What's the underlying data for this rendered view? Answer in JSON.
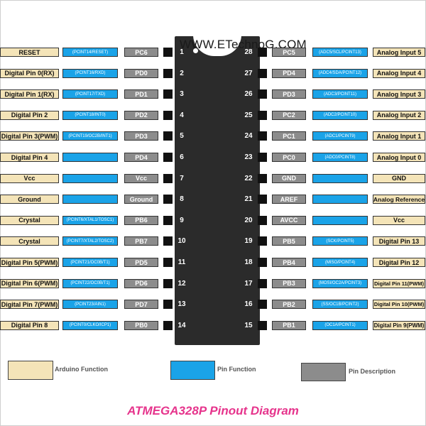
{
  "watermark": "WWW.ETechnoG.COM",
  "title": "ATMEGA328P Pinout Diagram",
  "colors": {
    "arduino": "#f4e4b8",
    "function": "#1aa3e8",
    "port": "#8c8c8c",
    "chip": "#2b2b2b",
    "title": "#e6348c"
  },
  "legend": [
    {
      "label": "Arduino Function",
      "type": "arduino"
    },
    {
      "label": "Pin Function",
      "type": "function"
    },
    {
      "label": "Pin Description",
      "type": "port"
    }
  ],
  "left_pins": [
    {
      "num": "1",
      "arduino": "RESET",
      "function": "(PCINT14/RESET)",
      "port": "PC6"
    },
    {
      "num": "2",
      "arduino": "Digital Pin 0(RX)",
      "function": "(PCINT16/RXD)",
      "port": "PD0"
    },
    {
      "num": "3",
      "arduino": "Digital Pin 1(RX)",
      "function": "(PCINT17/TXD)",
      "port": "PD1"
    },
    {
      "num": "4",
      "arduino": "Digital Pin 2",
      "function": "(PCINT18/INT0)",
      "port": "PD2"
    },
    {
      "num": "5",
      "arduino": "Digital Pin 3(PWM)",
      "function": "(PCINT19/OC2B/INT1)",
      "port": "PD3"
    },
    {
      "num": "6",
      "arduino": "Digital Pin 4",
      "function": "",
      "port": "PD4"
    },
    {
      "num": "7",
      "arduino": "Vcc",
      "function": "",
      "port": "Vcc"
    },
    {
      "num": "8",
      "arduino": "Ground",
      "function": "",
      "port": "Ground"
    },
    {
      "num": "9",
      "arduino": "Crystal",
      "function": "(PCINT6/XTAL1/TOSC1)",
      "port": "PB6"
    },
    {
      "num": "10",
      "arduino": "Crystal",
      "function": "(PCINT7/XTAL2/TOSC2)",
      "port": "PB7"
    },
    {
      "num": "11",
      "arduino": "Digital Pin 5(PWM)",
      "function": "(PCINT21/OC0B/T1)",
      "port": "PD5"
    },
    {
      "num": "12",
      "arduino": "Digital Pin 6(PWM)",
      "function": "(PCINT22/OC0B/T1)",
      "port": "PD6"
    },
    {
      "num": "13",
      "arduino": "Digital Pin 7(PWM)",
      "function": "(PCINT23/AIN1)",
      "port": "PD7"
    },
    {
      "num": "14",
      "arduino": "Digital Pin 8",
      "function": "(PCINT0/CLKO/ICP1)",
      "port": "PB0"
    }
  ],
  "right_pins": [
    {
      "num": "28",
      "port": "PC5",
      "function": "(ADC5/SCL/PCINT13)",
      "arduino": "Analog Input 5"
    },
    {
      "num": "27",
      "port": "PD4",
      "function": "(ADC4/SDA/PCINT12)",
      "arduino": "Analog Input 4"
    },
    {
      "num": "26",
      "port": "PD3",
      "function": "(ADC3/PCINT11)",
      "arduino": "Analog Input 3"
    },
    {
      "num": "25",
      "port": "PC2",
      "function": "(ADC2/PCINT10)",
      "arduino": "Analog Input 2"
    },
    {
      "num": "24",
      "port": "PC1",
      "function": "(ADC1/PCINT9)",
      "arduino": "Analog Input 1"
    },
    {
      "num": "23",
      "port": "PC0",
      "function": "(ADC0/PCINT8)",
      "arduino": "Analog Input 0"
    },
    {
      "num": "22",
      "port": "GND",
      "function": "",
      "arduino": "GND"
    },
    {
      "num": "21",
      "port": "AREF",
      "function": "",
      "arduino": "Analog Reference"
    },
    {
      "num": "20",
      "port": "AVCC",
      "function": "",
      "arduino": "Vcc"
    },
    {
      "num": "19",
      "port": "PB5",
      "function": "(SCK/PCINT5)",
      "arduino": "Digital Pin 13"
    },
    {
      "num": "18",
      "port": "PB4",
      "function": "(MISO/PCINT4)",
      "arduino": "Digital Pin 12"
    },
    {
      "num": "17",
      "port": "PB3",
      "function": "(MOSI/OC2A/PCINT3)",
      "arduino": "Digital Pin 11(PWM)"
    },
    {
      "num": "16",
      "port": "PB2",
      "function": "(SS/OC1B/PCINT2)",
      "arduino": "Digital Pin 10(PWM)"
    },
    {
      "num": "15",
      "port": "PB1",
      "function": "(OC1A/PCINT1)",
      "arduino": "Digital Pin 9(PWM)"
    }
  ]
}
